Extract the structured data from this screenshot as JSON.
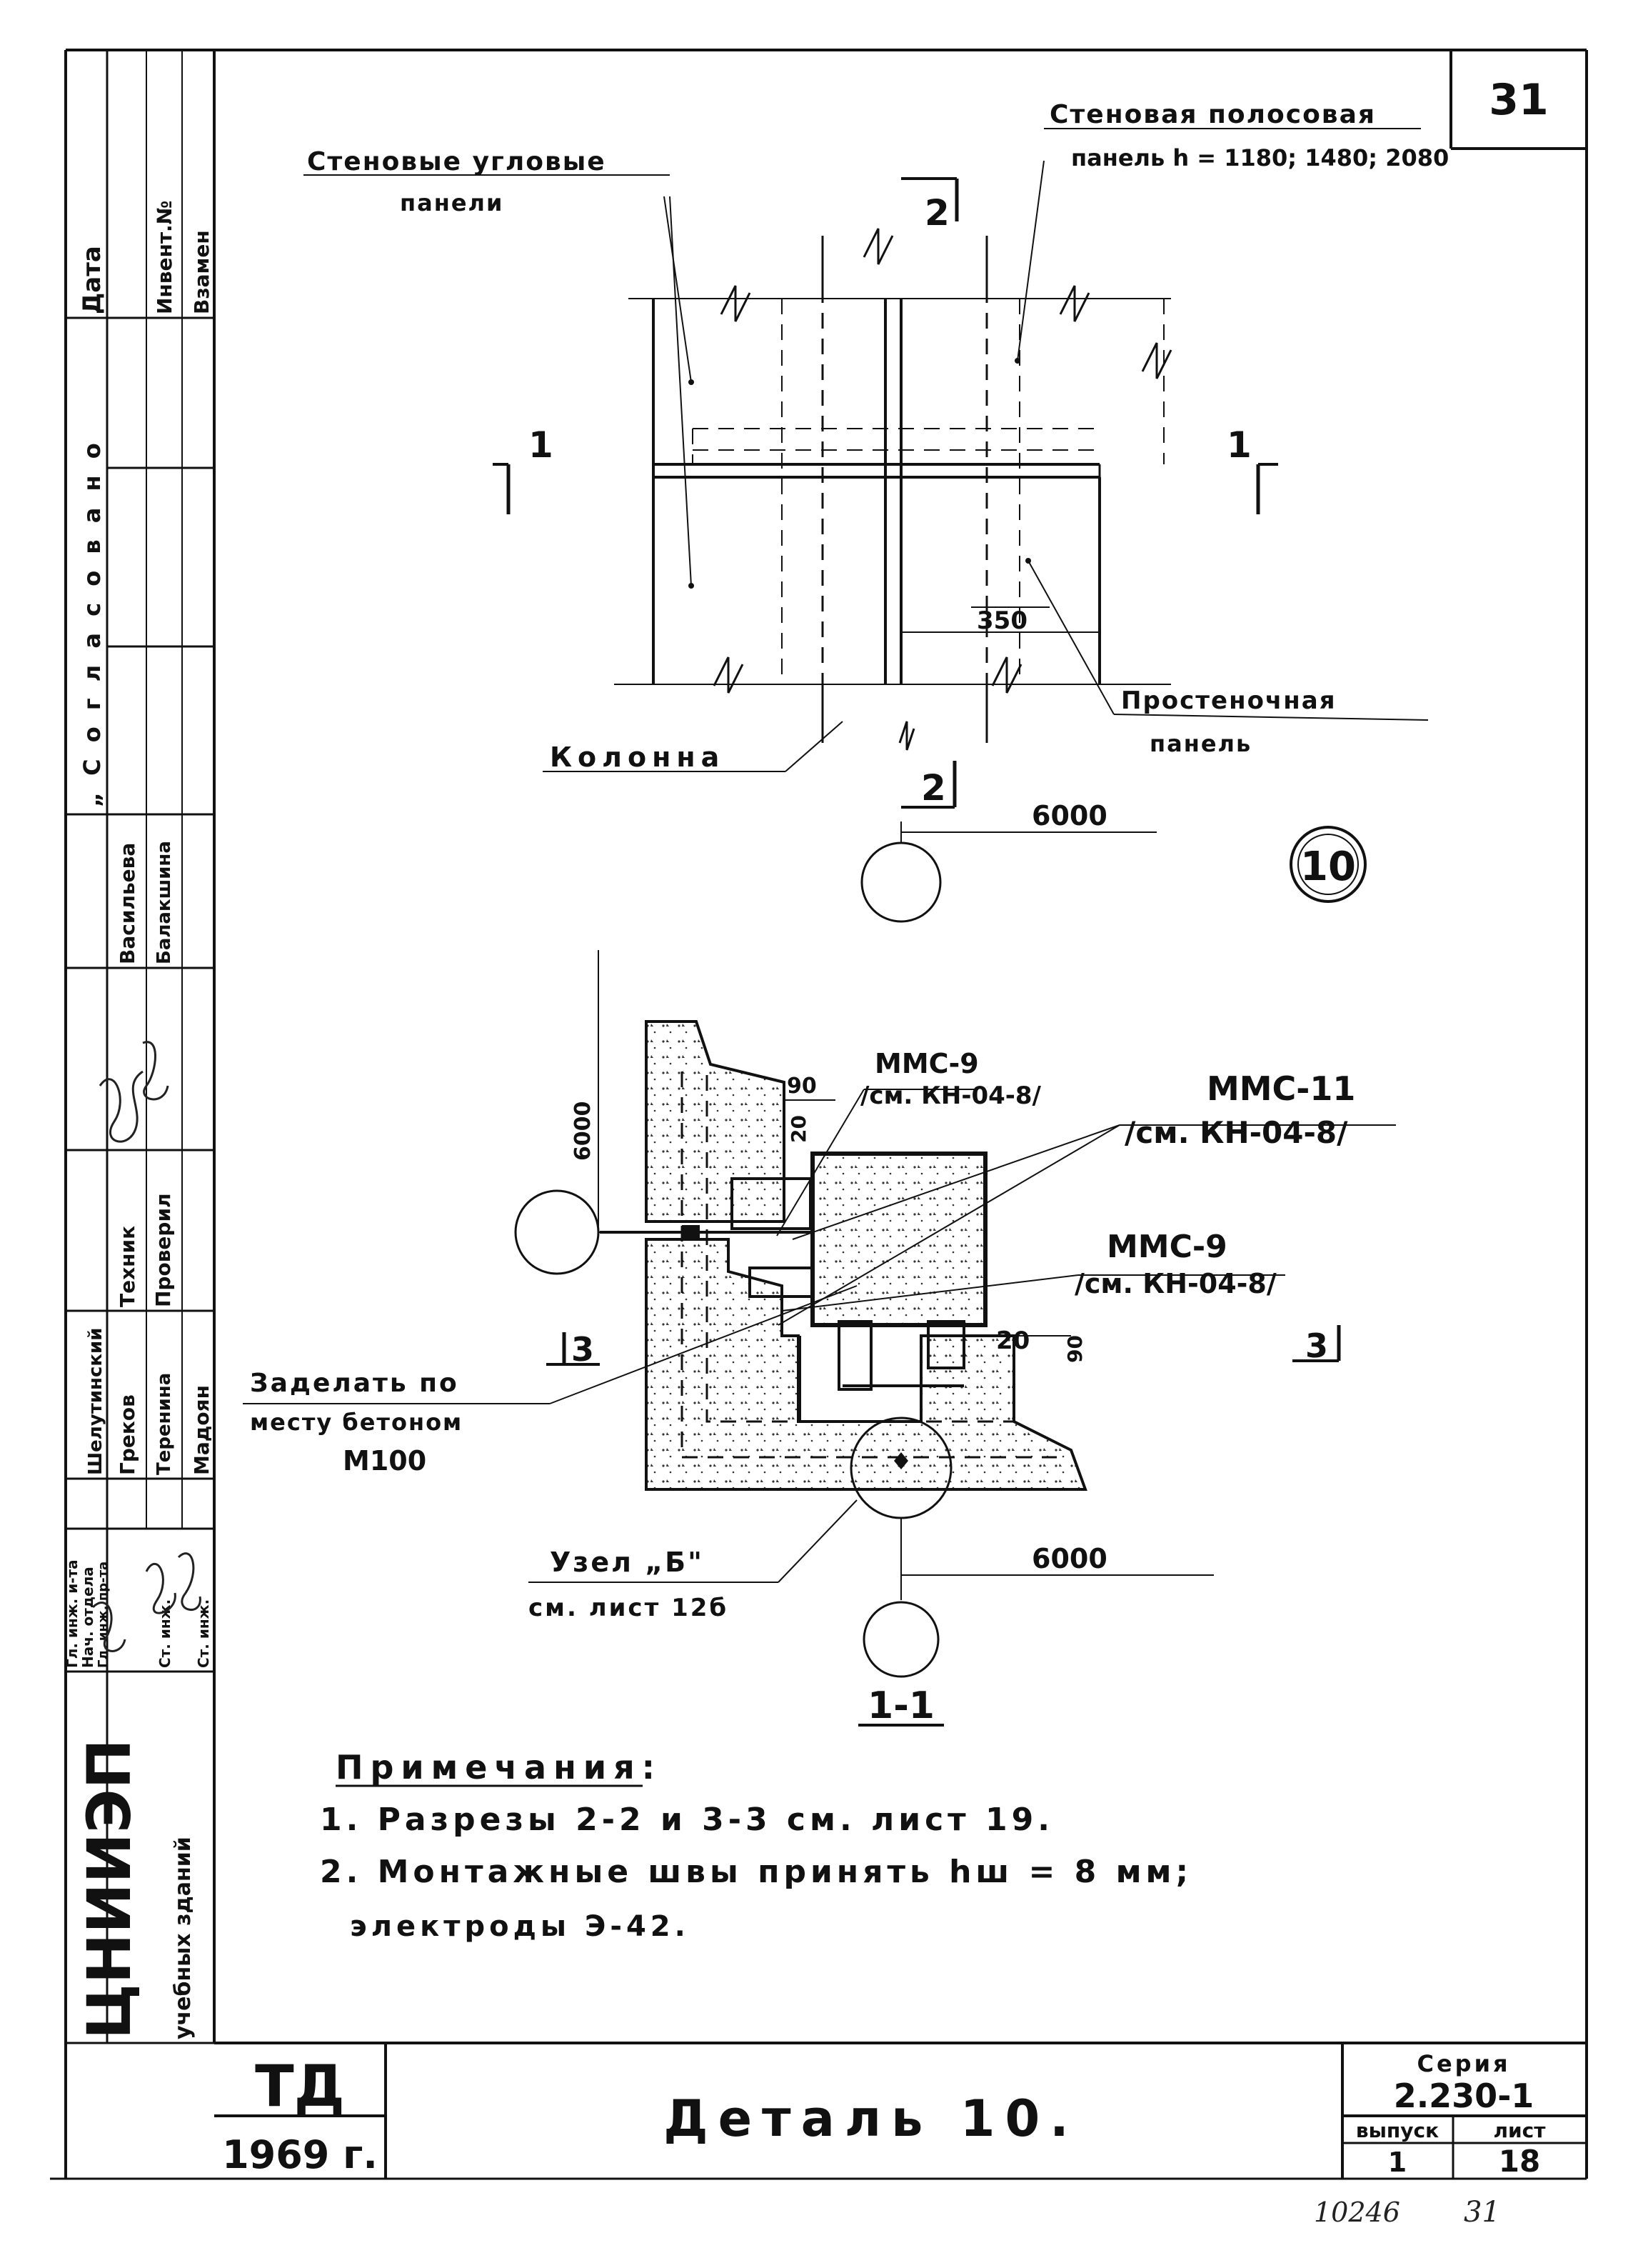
{
  "sheet_number": "31",
  "labels": {
    "corner_panels_l1": "Стеновые угловые",
    "corner_panels_l2": "панели",
    "strip_panel_l1": "Стеновая полосовая",
    "strip_panel_l2": "панель h = 1180; 1480; 2080",
    "pier_panel_l1": "Простеночная",
    "pier_panel_l2": "панель",
    "column": "Колонна",
    "dim_350": "350",
    "dim_6000": "6000",
    "dim_90a": "90",
    "dim_20a": "20",
    "dim_20b": "20",
    "dim_90b": "90",
    "detail_mark": "10",
    "sec_1": "1",
    "sec_2": "2",
    "sec_3": "3",
    "mms9_top_l1": "ММС-9",
    "mms9_top_l2": "/см. КН-04-8/",
    "mms11_l1": "ММС-11",
    "mms11_l2": "/см. КН-04-8/",
    "mms9_low_l1": "ММС-9",
    "mms9_low_l2": "/см. КН-04-8/",
    "fill_l1": "Заделать по",
    "fill_l2": "месту бетоном",
    "fill_l3": "М100",
    "node_l1": "Узел „Б\"",
    "node_l2": "см. лист 12б",
    "section_title": "1-1"
  },
  "notes": {
    "heading": "Примечания:",
    "n1": "1. Разрезы 2-2 и 3-3 см. лист 19.",
    "n2": "2. Монтажные швы принять hш = 8 мм;",
    "n3": "электроды Э-42."
  },
  "left_stamp": {
    "data": "Дата",
    "invent": "Инвент.№",
    "vzamen": "Взамен",
    "agreed": "„ С о г л а с о в а н о",
    "org_brand": "ЦНИИЭП",
    "org_sub": "учебных зданий",
    "roles": [
      "Гл. инж. и-та",
      "Нач. отдела",
      "Гл. инж. пр-та",
      "Ст. инж.",
      "Ст. инж."
    ],
    "names": [
      "Шелутинский",
      "Греков",
      "Теренина",
      "Мадоян"
    ],
    "roles2": [
      "Техник",
      "Проверил"
    ],
    "names2": [
      "Васильева",
      "Балакшина"
    ]
  },
  "title_block": {
    "td": "ТД",
    "year": "1969 г.",
    "title": "Деталь 10.",
    "series_label": "Серия",
    "series_value": "2.230-1",
    "issue_label": "выпуск",
    "issue_value": "1",
    "sheet_label": "лист",
    "sheet_value": "18"
  },
  "footer": {
    "code": "10246",
    "page": "31"
  }
}
